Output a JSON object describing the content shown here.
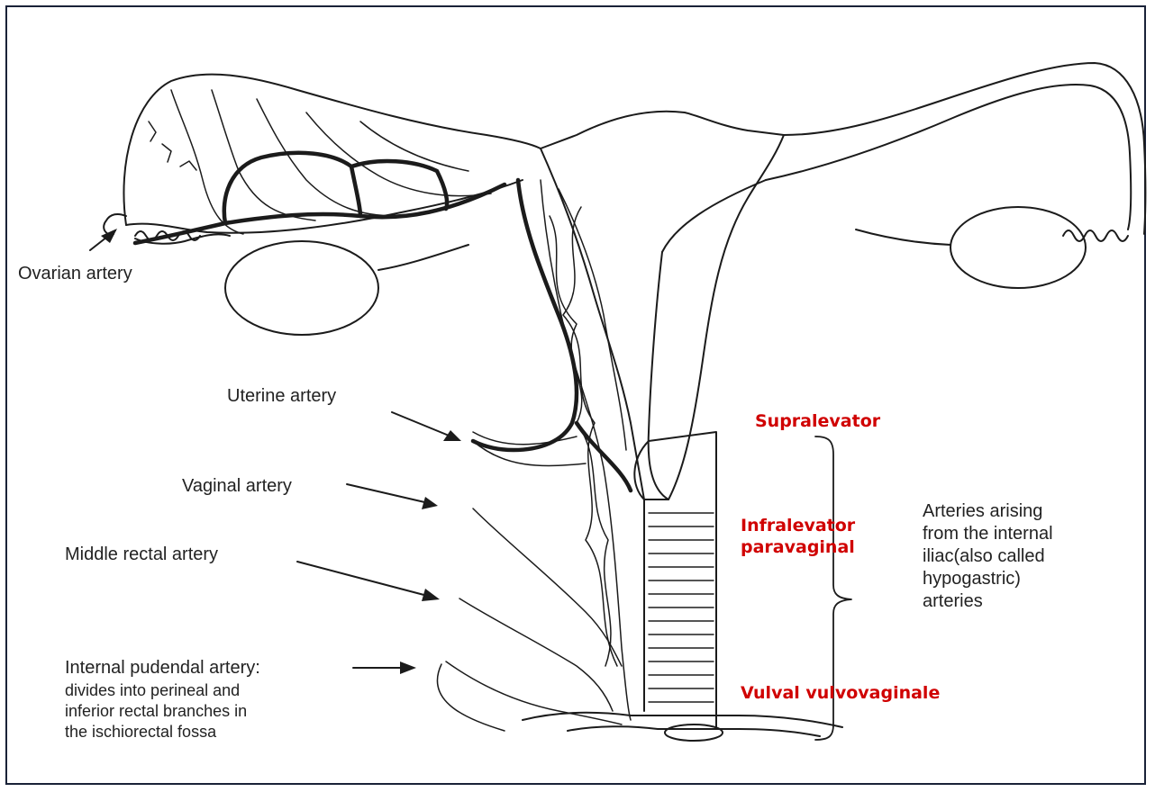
{
  "labels": {
    "ovarian": "Ovarian artery",
    "uterine": "Uterine artery",
    "vaginal": "Vaginal artery",
    "middle_rectal": "Middle rectal artery",
    "pudendal": {
      "title": "Internal pudendal artery:",
      "desc": [
        "divides into perineal and",
        "inferior rectal branches in",
        "the ischiorectal fossa"
      ]
    }
  },
  "levels": {
    "supralevator": "Supralevator",
    "infralevator": [
      "Infralevator",
      "paravaginal"
    ],
    "vulval": "Vulval vulvovaginale"
  },
  "bracket_note": [
    "Arteries arising",
    "from the internal",
    "iliac(also called",
    "hypogastric)",
    "arteries"
  ],
  "colors": {
    "accent": "#d00000",
    "border": "#1a2238",
    "ink": "#222222"
  }
}
